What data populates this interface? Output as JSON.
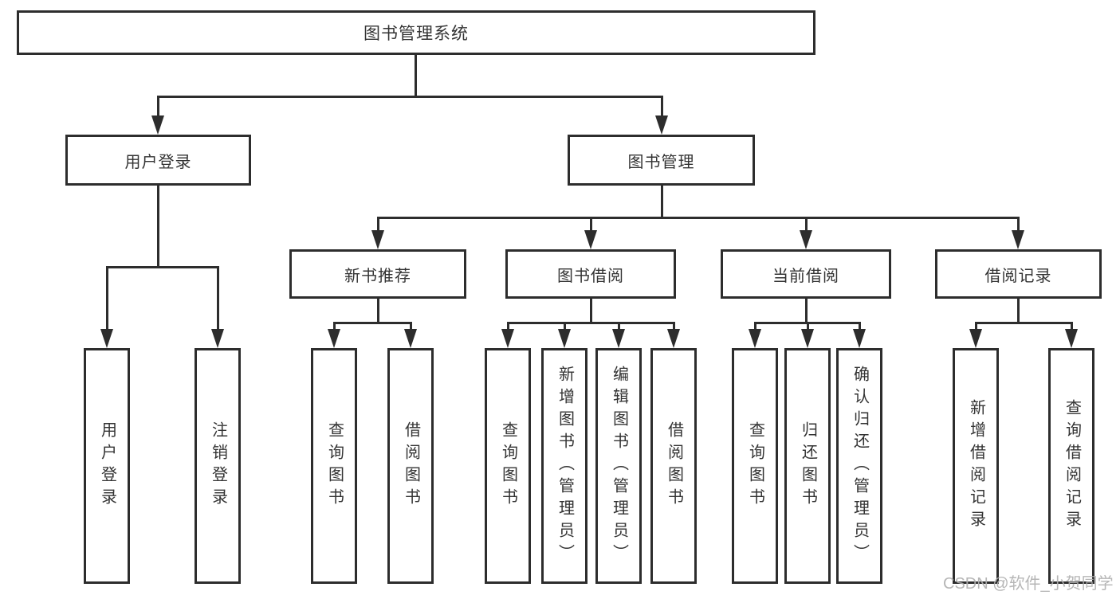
{
  "diagram": {
    "root": {
      "label": "图书管理系统"
    },
    "level2": [
      {
        "id": "user-login",
        "label": "用户登录"
      },
      {
        "id": "book-management",
        "label": "图书管理"
      }
    ],
    "level3": [
      {
        "id": "new-book-recommend",
        "label": "新书推荐"
      },
      {
        "id": "book-borrowing",
        "label": "图书借阅"
      },
      {
        "id": "current-borrowing",
        "label": "当前借阅"
      },
      {
        "id": "borrowing-records",
        "label": "借阅记录"
      }
    ],
    "leaves": {
      "user_login": [
        {
          "label": "用户登录"
        },
        {
          "label": "注销登录"
        }
      ],
      "new_book_recommend": [
        {
          "label": "查询图书"
        },
        {
          "label": "借阅图书"
        }
      ],
      "book_borrowing": [
        {
          "label": "查询图书"
        },
        {
          "label": "新增图书（管理员）"
        },
        {
          "label": "编辑图书（管理员）"
        },
        {
          "label": "借阅图书"
        }
      ],
      "current_borrowing": [
        {
          "label": "查询图书"
        },
        {
          "label": "归还图书"
        },
        {
          "label": "确认归还（管理员）"
        }
      ],
      "borrowing_records": [
        {
          "label": "新增借阅记录"
        },
        {
          "label": "查询借阅记录"
        }
      ]
    },
    "watermark": "CSDN @软件_小贺同学",
    "colors": {
      "line": "#2d2d2d",
      "text": "#333333",
      "watermark": "#b0b0b0",
      "background": "#ffffff"
    }
  }
}
